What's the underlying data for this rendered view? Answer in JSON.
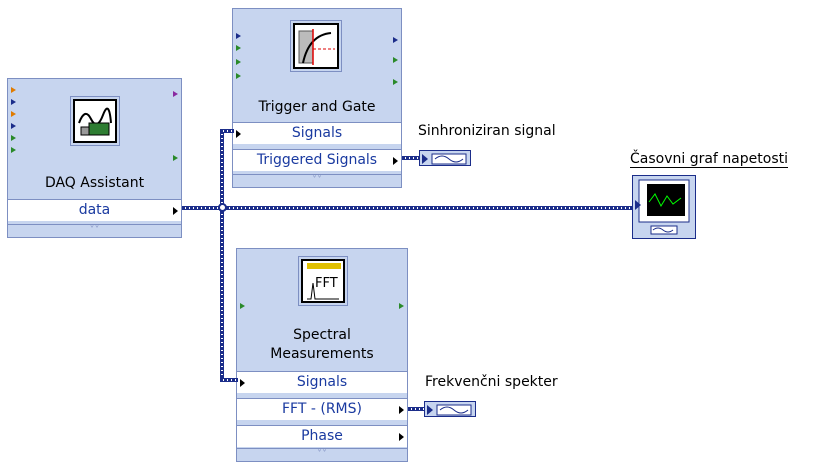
{
  "daq_assistant": {
    "title": "DAQ Assistant",
    "output": "data"
  },
  "trigger_gate": {
    "title": "Trigger and Gate",
    "input": "Signals",
    "output": "Triggered Signals"
  },
  "spectral": {
    "title_line1": "Spectral",
    "title_line2": "Measurements",
    "input": "Signals",
    "output1": "FFT - (RMS)",
    "output2": "Phase",
    "icon_text": "FFT"
  },
  "labels": {
    "sinhroniziran": "Sinhroniziran signal",
    "casovni": "Časovni graf napetosti",
    "frekvencni": "Frekvenčni spekter"
  },
  "colors": {
    "block_bg": "#c7d5ef",
    "wire": "#1b2d8a",
    "row_text": "#1a3aa0"
  }
}
